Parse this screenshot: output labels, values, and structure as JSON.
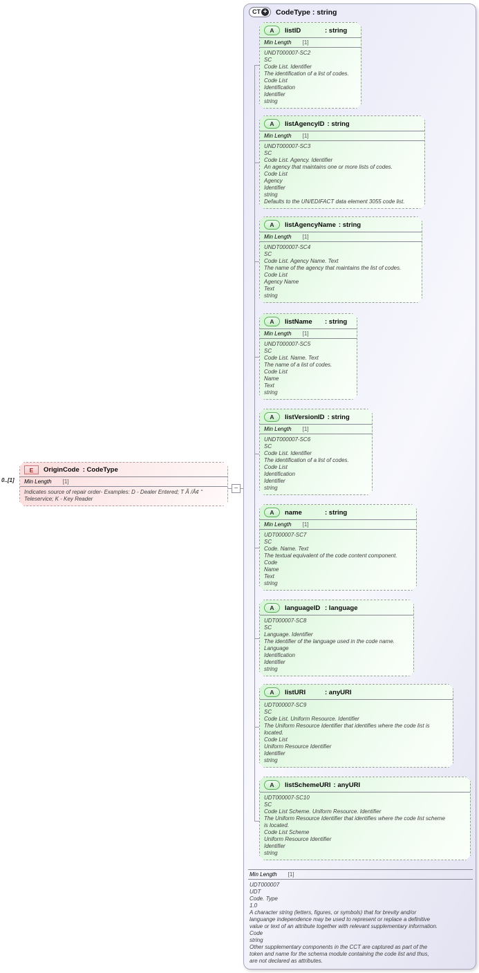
{
  "icons": {
    "complex_type": "CT",
    "plus": "+",
    "attribute": "A",
    "element": "E",
    "collapse": "−"
  },
  "element": {
    "cardinality": "0..[1]",
    "name": "OriginCode",
    "type": ": CodeType",
    "facet": {
      "name": "Min Length",
      "value": "[1]"
    },
    "annotations": [
      "Indicates source of repair order- Examples: D - Dealer Entered; T Ã /Â¢ “",
      "Teleservice; K - Key Reader"
    ]
  },
  "ct": {
    "title": "CodeType : string",
    "attributes": [
      {
        "name": "listID",
        "type": ": string",
        "facet": {
          "name": "Min Length",
          "value": "[1]"
        },
        "annotations": [
          "UNDT000007-SC2",
          "SC",
          "Code List. Identifier",
          "The identification of a list of codes.",
          "Code List",
          "Identification",
          "Identifier",
          "string"
        ]
      },
      {
        "name": "listAgencyID",
        "type": ": string",
        "facet": {
          "name": "Min Length",
          "value": "[1]"
        },
        "annotations": [
          "UNDT000007-SC3",
          "SC",
          "Code List. Agency. Identifier",
          "An agency that maintains one or more lists of codes.",
          "Code List",
          "Agency",
          "Identifier",
          "string",
          "Defaults to the UN/EDIFACT data element 3055 code list."
        ]
      },
      {
        "name": "listAgencyName",
        "type": ": string",
        "facet": {
          "name": "Min Length",
          "value": "[1]"
        },
        "annotations": [
          "UNDT000007-SC4",
          "SC",
          "Code List. Agency Name. Text",
          "The name of the agency that maintains the list of codes.",
          "Code List",
          "Agency Name",
          "Text",
          "string"
        ]
      },
      {
        "name": "listName",
        "type": ": string",
        "facet": {
          "name": "Min Length",
          "value": "[1]"
        },
        "annotations": [
          "UNDT000007-SC5",
          "SC",
          "Code List. Name. Text",
          "The name of a list of codes.",
          "Code List",
          "Name",
          "Text",
          "string"
        ]
      },
      {
        "name": "listVersionID",
        "type": ": string",
        "facet": {
          "name": "Min Length",
          "value": "[1]"
        },
        "annotations": [
          "UNDT000007-SC6",
          "SC",
          "Code List. Identifier",
          "The identification of a list of codes.",
          "Code List",
          "Identification",
          "Identifier",
          "string"
        ]
      },
      {
        "name": "name",
        "type": ": string",
        "facet": {
          "name": "Min Length",
          "value": "[1]"
        },
        "annotations": [
          "UDT000007-SC7",
          "SC",
          "Code. Name. Text",
          "The textual equivalent of the code content component.",
          "Code",
          "Name",
          "Text",
          "string"
        ]
      },
      {
        "name": "languageID",
        "type": ": language",
        "annotations": [
          "UDT000007-SC8",
          "SC",
          "Language. Identifier",
          "The identifier of the language used in the code name.",
          "Language",
          "Identification",
          "Identifier",
          "string"
        ]
      },
      {
        "name": "listURI",
        "type": ": anyURI",
        "annotations": [
          "UDT000007-SC9",
          "SC",
          "Code List. Uniform Resource. Identifier",
          "The Uniform Resource Identifier that identifies where the code list is",
          "located.",
          "Code List",
          "Uniform Resource Identifier",
          "Identifier",
          "string"
        ]
      },
      {
        "name": "listSchemeURI",
        "type": ": anyURI",
        "annotations": [
          "UDT000007-SC10",
          "SC",
          "Code List Scheme. Uniform Resource. Identifier",
          "The Uniform Resource Identifier that identifies where the code list scheme",
          "is located.",
          "Code List Scheme",
          "Uniform Resource Identifier",
          "Identifier",
          "string"
        ]
      }
    ],
    "facet": {
      "name": "Min Length",
      "value": "[1]"
    },
    "annotations": [
      "UDT000007",
      "UDT",
      "Code. Type",
      "1.0",
      "A character string (letters, figures, or symbols) that for brevity and/or",
      "languange independence may be used to represent or replace a definitive",
      "value or text of an attribute together with relevant supplementary information.",
      "Code",
      "string",
      "Other supplementary components in the CCT are captured as part of the",
      "token and name for the schema module containing the code list and thus,",
      "are not declared as attributes."
    ]
  }
}
